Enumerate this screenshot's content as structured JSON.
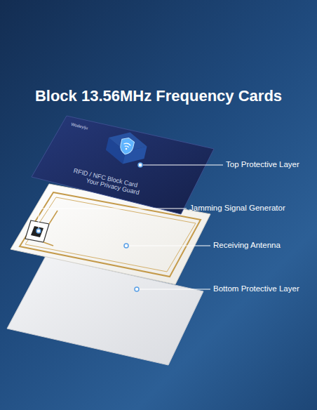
{
  "diagram": {
    "title": "Block 13.56MHz Frequency Cards",
    "nodes": [
      {
        "text": [
          "Wodeyiju",
          "RFID / NFC Block Card",
          "Your Privacy Guard"
        ]
      }
    ],
    "labels": [
      "Top Protective Layer",
      "Jamming Signal Generator",
      "Receiving Antenna",
      "Bottom Protective Layer"
    ]
  }
}
